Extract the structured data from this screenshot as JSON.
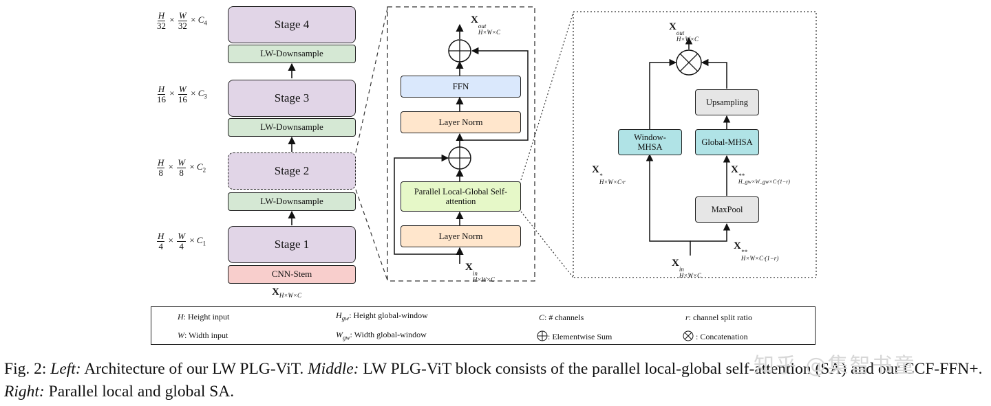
{
  "left": {
    "stages": [
      "Stage 4",
      "Stage 3",
      "Stage 2",
      "Stage 1"
    ],
    "downsample": "LW-Downsample",
    "stem": "CNN-Stem",
    "input": {
      "base": "X",
      "sub": "H×W×C"
    },
    "dims": [
      {
        "num1": "H",
        "den1": "32",
        "num2": "W",
        "den2": "32",
        "c": "C",
        "ci": "4"
      },
      {
        "num1": "H",
        "den1": "16",
        "num2": "W",
        "den2": "16",
        "c": "C",
        "ci": "3"
      },
      {
        "num1": "H",
        "den1": "8",
        "num2": "W",
        "den2": "8",
        "c": "C",
        "ci": "2"
      },
      {
        "num1": "H",
        "den1": "4",
        "num2": "W",
        "den2": "4",
        "c": "C",
        "ci": "1"
      }
    ],
    "times": "×"
  },
  "middle": {
    "ffn": "FFN",
    "layer_norm": "Layer Norm",
    "plg": "Parallel Local-Global Self-attention",
    "out": {
      "base": "X",
      "sup": "out",
      "sub": "H×W×C"
    },
    "in": {
      "base": "X",
      "sup": "in",
      "sub": "H×W×C"
    }
  },
  "right": {
    "window": "Window-MHSA",
    "global": "Global-MHSA",
    "upsampling": "Upsampling",
    "maxpool": "MaxPool",
    "out": {
      "base": "X",
      "sup": "out",
      "sub": "H×W×C"
    },
    "in": {
      "base": "X",
      "sup": "in",
      "sub": "H×W×C"
    },
    "x_star": {
      "base": "X",
      "sup": "*",
      "sub": "H×W×C·r"
    },
    "x_gw": {
      "base": "X",
      "sup": "**",
      "sub": "H_gw×W_gw×C·(1−r)"
    },
    "x_dstar": {
      "base": "X",
      "sup": "**",
      "sub": "H×W×C·(1−r)"
    }
  },
  "legend": {
    "h": {
      "sym": "H",
      "text": ": Height input"
    },
    "w": {
      "sym": "W",
      "text": ": Width input"
    },
    "hgw": {
      "sym": "H",
      "sub": "gw",
      "text": ": Height global-window"
    },
    "wgw": {
      "sym": "W",
      "sub": "gw",
      "text": ": Width global-window"
    },
    "c": {
      "sym": "C",
      "text": ": # channels"
    },
    "sum": {
      "text": ": Elementwise Sum"
    },
    "r": {
      "sym": "r",
      "text": ": channel split ratio"
    },
    "concat": {
      "text": ": Concatenation"
    }
  },
  "caption": {
    "prefix": "Fig. 2: ",
    "left_label": "Left:",
    "left_text": " Architecture of our LW PLG-ViT. ",
    "middle_label": "Middle:",
    "middle_text": " LW PLG-ViT block consists of the parallel local-global self-attention (SA) and our CCF-FFN+. ",
    "right_label": "Right:",
    "right_text": " Parallel local and global SA."
  },
  "watermark": "知乎 @集智书童"
}
